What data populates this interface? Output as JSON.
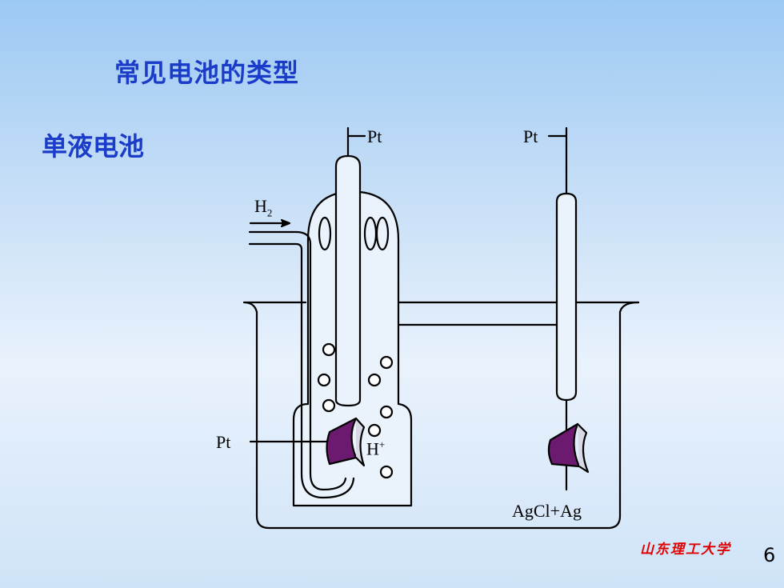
{
  "title": "常见电池的类型",
  "section": "单液电池",
  "labels": {
    "pt_top_left": "Pt",
    "pt_top_right": "Pt",
    "pt_left": "Pt",
    "h2_main": "H",
    "h2_sub": "2",
    "h_plus_main": "H",
    "h_plus_sup": "+",
    "agcl_ag": "AgCl+Ag"
  },
  "footer": {
    "university": "山东理工大学",
    "page": "6"
  },
  "colors": {
    "title": "#1a3cc8",
    "electrode": "#6b1a70",
    "university": "#e00000"
  }
}
